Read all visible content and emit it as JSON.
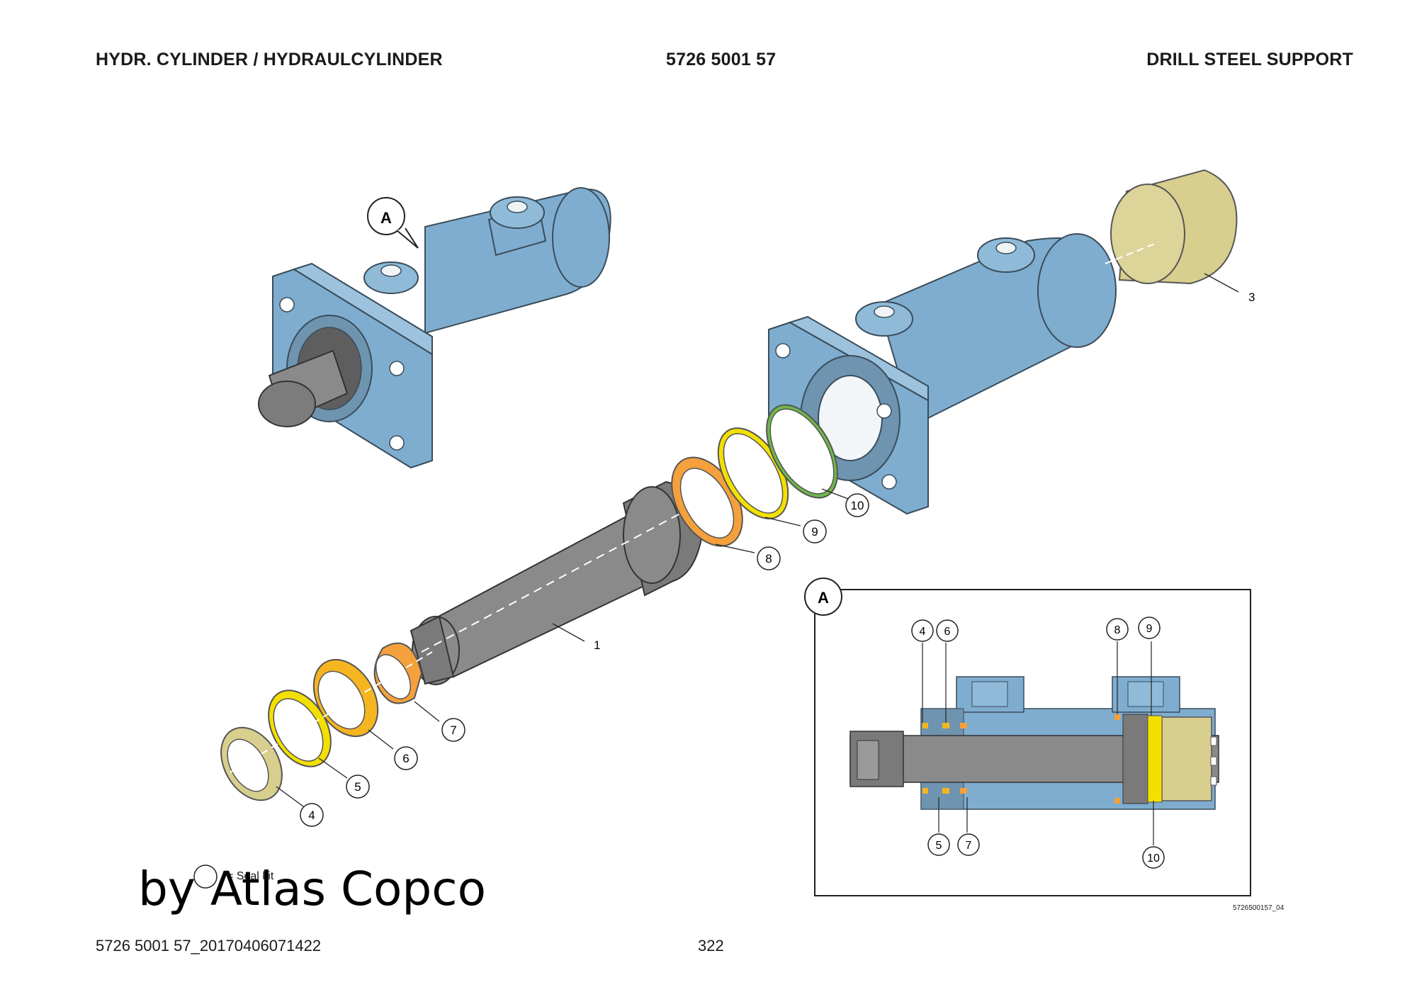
{
  "header": {
    "title_left": "HYDR. CYLINDER / HYDRAULCYLINDER",
    "part_number": "5726 5001 57",
    "title_right": "DRILL STEEL SUPPORT"
  },
  "callouts": {
    "detail_marker": "A",
    "detail_box_label": "A",
    "items": [
      "1",
      "3",
      "4",
      "5",
      "6",
      "7",
      "8",
      "9",
      "10"
    ],
    "detail_items": [
      "4",
      "6",
      "8",
      "9",
      "5",
      "7",
      "10"
    ]
  },
  "legend": {
    "seal_kit_label": "= Seal kit"
  },
  "drawing_code": "5726500157_04",
  "watermark": "by Atlas Copco",
  "footer": {
    "doc_id": "5726 5001 57_20170406071422",
    "page": "322"
  },
  "colors": {
    "cylinder_blue": "#7fadcf",
    "rod_gray": "#8a8a8a",
    "cap_khaki": "#d8ce8e",
    "seal_yellow": "#f4e000",
    "seal_orange": "#f4a03c",
    "seal_green": "#6fb84a"
  }
}
